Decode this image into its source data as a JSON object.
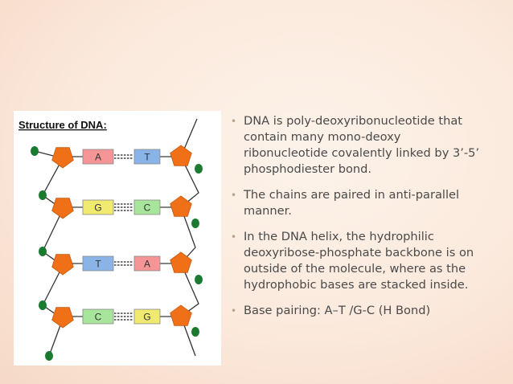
{
  "figure": {
    "title": "Structure of DNA:",
    "colors": {
      "sugar": "#f07018",
      "phosphate": "#1a7a30",
      "adenine": "#f59595",
      "thymine": "#8ab4e8",
      "guanine": "#f0ea70",
      "cytosine": "#a8e59c"
    },
    "pairs": [
      {
        "left": "A",
        "right": "T",
        "left_color": "#f59595",
        "right_color": "#8ab4e8"
      },
      {
        "left": "G",
        "right": "C",
        "left_color": "#f0ea70",
        "right_color": "#a8e59c"
      },
      {
        "left": "T",
        "right": "A",
        "left_color": "#8ab4e8",
        "right_color": "#f59595"
      },
      {
        "left": "C",
        "right": "G",
        "left_color": "#a8e59c",
        "right_color": "#f0ea70"
      }
    ]
  },
  "bullets": [
    "DNA is poly-deoxyribonucleotide that contain many mono-deoxy ribonucleotide covalently linked by 3’-5’ phosphodiester bond.",
    "The chains are paired in anti-parallel manner.",
    "In the DNA helix, the hydrophilic deoxyribose-phosphate backbone is on outside of the molecule, where as the hydrophobic bases are stacked inside.",
    "Base pairing: A–T /G-C  (H Bond)"
  ],
  "bullet_symbol": "•"
}
